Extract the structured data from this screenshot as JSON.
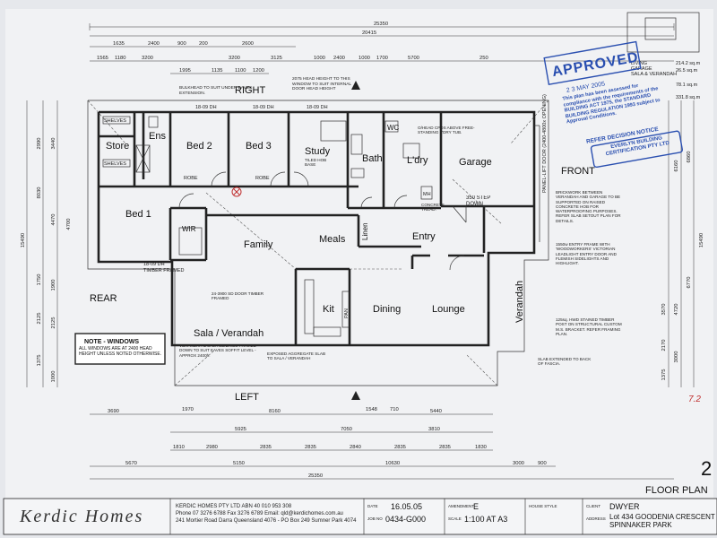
{
  "orientation": {
    "right": "RIGHT",
    "left": "LEFT",
    "rear": "REAR",
    "front": "FRONT"
  },
  "rooms": {
    "store": "Store",
    "ens": "Ens",
    "bed2": "Bed 2",
    "bed3": "Bed 3",
    "study": "Study",
    "bath": "Bath",
    "ldry": "L'dry",
    "garage": "Garage",
    "bed1": "Bed 1",
    "wir": "WIR",
    "family": "Family",
    "meals": "Meals",
    "linen": "Linen",
    "entry": "Entry",
    "kit": "Kit",
    "dining": "Dining",
    "lounge": "Lounge",
    "sala": "Sala / Verandah",
    "verandah": "Verandah",
    "wc": "WC",
    "shelves": "SHELVES",
    "robe": "ROBE",
    "pan": "PAN",
    "mh": "MH"
  },
  "dimensions": {
    "top_overall": "25350",
    "top_right": "20415",
    "top_row1": [
      "1635",
      "2400",
      "900",
      "200",
      "2600"
    ],
    "top_row2": [
      "1565",
      "1180",
      "3200",
      "3200",
      "3125",
      "1000",
      "2400",
      "1000",
      "1700",
      "5700",
      "250"
    ],
    "top_row3": [
      "1995",
      "1135",
      "1100",
      "1200"
    ],
    "bottom_overall": "25350",
    "bottom_row1": [
      "5670",
      "5150",
      "10630",
      "3000",
      "900"
    ],
    "bottom_row2": [
      "1810",
      "2980",
      "2835",
      "2835",
      "2840",
      "2835",
      "2835",
      "1830"
    ],
    "bottom_row3": [
      "5925",
      "7050",
      "3810"
    ],
    "bottom_row4": [
      "3690",
      "8160",
      "5440"
    ],
    "bottom_row5": [
      "1970",
      "1548",
      "710"
    ],
    "left_overall": "15490",
    "left_parts": [
      "2990",
      "3440",
      "8030",
      "4470",
      "4700",
      "1750",
      "1900",
      "2125",
      "2125",
      "1375",
      "1000"
    ],
    "right_overall": "15490",
    "right_parts": [
      "6860",
      "6160",
      "6770",
      "3570",
      "4720",
      "2170",
      "3000",
      "1375"
    ]
  },
  "labels": {
    "bulkhead": "BULKHEAD TO SUIT UNDER EAVES EXTENSION.",
    "head_height": "2075 HEAD HEIGHT TO THIS WINDOW TO SUIT INTERNAL DOOR HEAD HEIGHT",
    "bed1_win": "18-09 DH",
    "bed2_win": "18-09 DH",
    "bed3_win": "18-09 DH",
    "study_win": "18-09 DH",
    "shower": "TILED HOB BASE",
    "tub": "O/HEAD CPDS ABOVE FREE-STANDING L'DRY TUB.",
    "concrete": "CONCRETE TREAD.",
    "step": "350 STEP DOWN",
    "brickwork": "BRICKWORK BETWEEN VERANDAH AND GARAGE TO BE SUPPORTED ON RAISED CONCRETE HOB FOR WATERPROOFING PURPOSES. REFER SLAB SETOUT PLAN FOR DETAILS.",
    "entry_frame": "1550w ENTRY FRAME WITH 'WOODWORKERS' VICTORIAN LEADLIGHT ENTRY DOOR AND FLEMISH SIDELIGHTS AND HIGHLIGHT.",
    "post": "125sq. HWD STAINED TIMBER POST ON STRUCTURAL CUSTOM M.S. BRACKET. REFER FRAMING PLAN.",
    "slab_ext": "SLAB EXTENDED TO BACK OF FASCIA.",
    "ceilings": "VERANDAH & SALA CEILINGS FRAMED DOWN TO SUIT EAVES SOFFIT LEVEL - APPROX 2400h.",
    "exposed": "EXPOSED AGGREGATE SLAB TO SALA / VERANDAH",
    "timber_framed": "TIMBER FRAMED",
    "sliding": "24-3900 SD DOOR TIMBER FRAMED",
    "garage_door": "PANEL-LIFT DOOR (2400-4800x OPENING)"
  },
  "note": {
    "title": "NOTE - WINDOWS",
    "body": "ALL WINDOWS ARE AT 2400 HEAD HEIGHT UNLESS NOTED OTHERWISE."
  },
  "stamp": {
    "approved": "APPROVED",
    "date": "2 3 MAY 2005",
    "text": "This plan has been assessed for compliance with the requirements of the BUILDING ACT 1975, the STANDARD BUILDING REGULATION 1993 subject to Approval Conditions.",
    "refer": "REFER DECISION NOTICE",
    "cert": "EVERLYN BUILDING CERTIFICATION PTY LTD"
  },
  "corner_tag": {
    "living": "LIVING",
    "garage": "GARAGE",
    "sala": "SALA & VERANDAH",
    "total1": "214.2 sq.m",
    "total2": "26.5 sq.m",
    "total3": "78.1 sq.m",
    "total4": "331.8 sq.m"
  },
  "sheet": {
    "number": "2",
    "title": "FLOOR PLAN",
    "annotation": "7.2"
  },
  "title_block": {
    "logo": "Kerdic Homes",
    "company": "KERDIC HOMES PTY LTD  ABN 40 010 953 308",
    "contact": "Phone 07 3276 6788  Fax 3276 6789  Email: qld@kerdichomes.com.au",
    "address": "241 Mortier Road Darra Queensland 4076 - PO Box 249 Sumner Park 4074",
    "date_label": "DATE",
    "date": "16.05.05",
    "job_label": "JOB NO",
    "job": "0434-G000",
    "amend_label": "AMENDMENT",
    "amend": "E",
    "scale_label": "SCALE",
    "scale": "1:100 AT A3",
    "style_label": "HOUSE STYLE",
    "client_label": "CLIENT",
    "client": "DWYER",
    "addr_label": "ADDRESS",
    "site": "Lot 434 GOODENIA CRESCENT SPINNAKER PARK"
  }
}
